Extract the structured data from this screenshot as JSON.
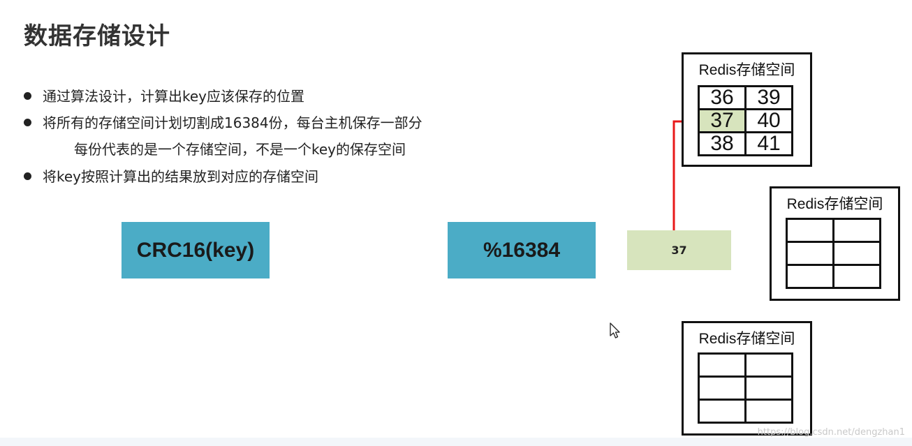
{
  "slide": {
    "title": "数据存储设计",
    "bullets": [
      "通过算法设计，计算出key应该保存的位置",
      "将所有的存储空间计划切割成16384份，每台主机保存一部分",
      "将key按照计算出的结果放到对应的存储空间"
    ],
    "sub_note": "每份代表的是一个存储空间，不是一个key的保存空间"
  },
  "flow": {
    "hash_box": "CRC16(key)",
    "mod_box": "%16384",
    "result_box": "37"
  },
  "redis_nodes": [
    {
      "label": "Redis存储空间",
      "slots": [
        [
          "36",
          "39"
        ],
        [
          "37",
          "40"
        ],
        [
          "38",
          "41"
        ]
      ],
      "highlighted_slot": "37"
    },
    {
      "label": "Redis存储空间",
      "slots": [
        [
          "",
          ""
        ],
        [
          "",
          ""
        ],
        [
          "",
          ""
        ]
      ]
    },
    {
      "label": "Redis存储空间",
      "slots": [
        [
          "",
          ""
        ],
        [
          "",
          ""
        ],
        [
          "",
          ""
        ]
      ]
    }
  ],
  "colors": {
    "teal": "#4bacc6",
    "result_green": "#d7e4bd",
    "arrow_red": "#e8191a"
  },
  "watermark": "https://blog.csdn.net/dengzhan1"
}
